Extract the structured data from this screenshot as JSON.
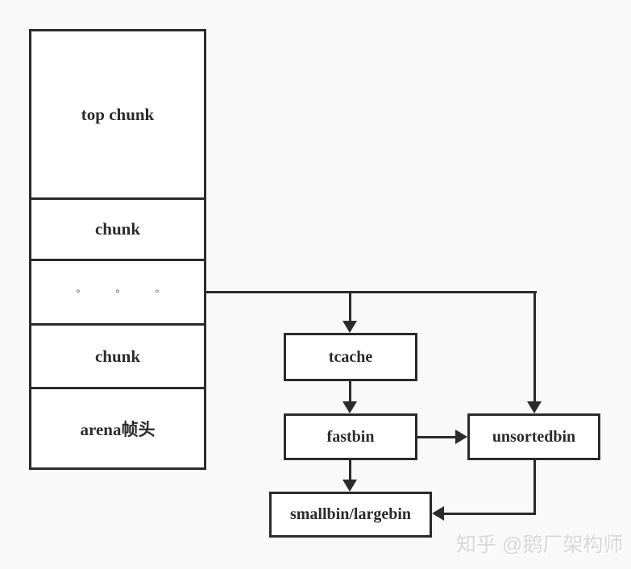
{
  "colors": {
    "background": "#f9f9f9",
    "stroke": "#2b2b2b",
    "box_fill": "#ffffff",
    "text": "#2b2b2b",
    "watermark": "#d8d8d8"
  },
  "memory_stack": {
    "cells": [
      {
        "label": "top chunk"
      },
      {
        "label": "chunk"
      },
      {
        "label": "◦ ◦ ◦"
      },
      {
        "label": "chunk"
      },
      {
        "label": "arena帧头"
      }
    ]
  },
  "flow": {
    "tcache": "tcache",
    "fastbin": "fastbin",
    "unsortedbin": "unsortedbin",
    "smallbin_largebin": "smallbin/largebin"
  },
  "watermark": {
    "text": "知乎 @鹅厂架构师"
  }
}
